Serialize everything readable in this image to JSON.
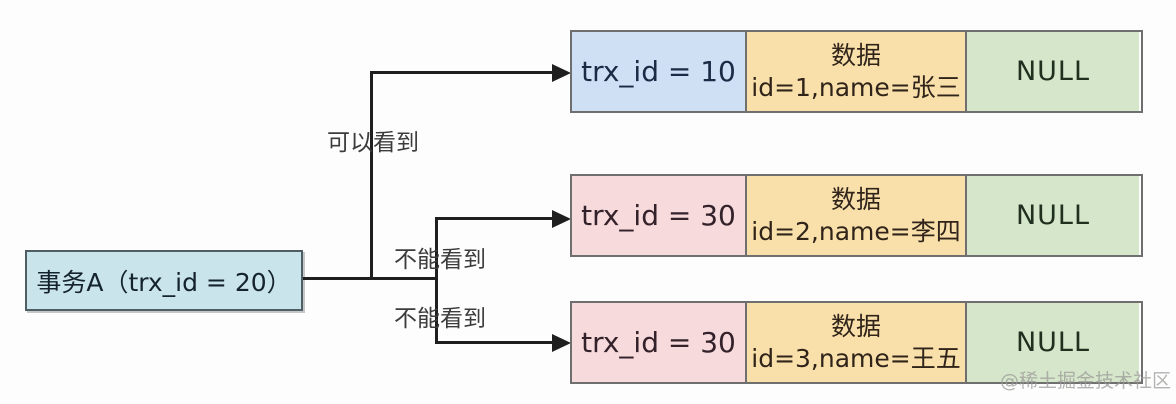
{
  "diagram": {
    "title_semantic": "MVCC version chain visibility diagram",
    "transaction": {
      "label": "事务A（trx_id = 20）"
    },
    "edges": [
      {
        "label": "可以看到",
        "target_row": 0
      },
      {
        "label": "不能看到",
        "target_row": 1
      },
      {
        "label": "不能看到",
        "target_row": 2
      }
    ],
    "rows": [
      {
        "trx_id": "trx_id = 10",
        "data_title": "数据",
        "data_value": "id=1,name=张三",
        "roll_ptr": "NULL"
      },
      {
        "trx_id": "trx_id = 30",
        "data_title": "数据",
        "data_value": "id=2,name=李四",
        "roll_ptr": "NULL"
      },
      {
        "trx_id": "trx_id = 30",
        "data_title": "数据",
        "data_value": "id=3,name=王五",
        "roll_ptr": "NULL"
      }
    ],
    "watermark": "@稀土掘金技术社区",
    "colors": {
      "transaction_box_bg": "#cae4ec",
      "trx_cell_blue": "#cfe0f5",
      "trx_cell_pink": "#f6dadc",
      "data_cell_yellow": "#f9e0ab",
      "null_cell_green": "#d6e6cb",
      "border_gray": "#6f6f6f",
      "line_black": "#1f1f1f"
    }
  }
}
